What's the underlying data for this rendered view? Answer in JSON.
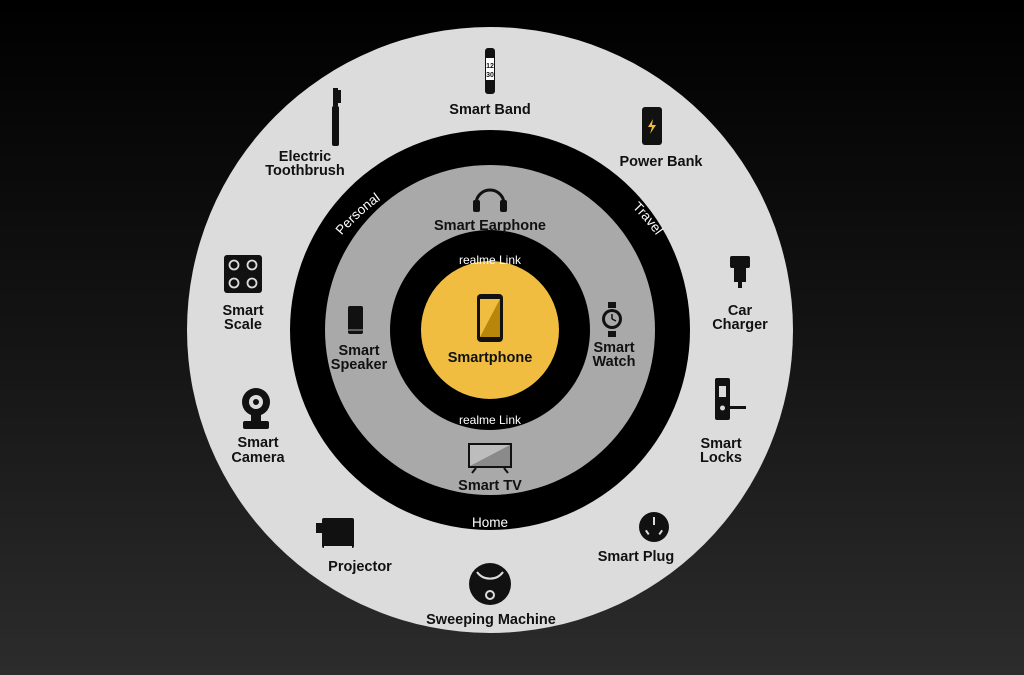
{
  "center": {
    "label": "Smartphone"
  },
  "links": {
    "top": "realme Link",
    "bottom": "realme Link"
  },
  "categories": {
    "personal": "Personal",
    "travel": "Travel",
    "home": "Home"
  },
  "inner_devices": {
    "earphone": {
      "label": "Smart Earphone",
      "icon": "headphones-icon"
    },
    "speaker": {
      "line1": "Smart",
      "line2": "Speaker",
      "icon": "speaker-icon"
    },
    "watch": {
      "line1": "Smart",
      "line2": "Watch",
      "icon": "watch-icon"
    },
    "tv": {
      "label": "Smart TV",
      "icon": "tv-icon"
    }
  },
  "outer_devices": {
    "band": {
      "label": "Smart Band",
      "icon": "band-icon",
      "screen_top": "12",
      "screen_bottom": "30"
    },
    "power_bank": {
      "label": "Power Bank",
      "icon": "power-bank-icon"
    },
    "toothbrush": {
      "line1": "Electric",
      "line2": "Toothbrush",
      "icon": "toothbrush-icon"
    },
    "scale": {
      "line1": "Smart",
      "line2": "Scale",
      "icon": "scale-icon"
    },
    "car_charger": {
      "line1": "Car",
      "line2": "Charger",
      "icon": "car-charger-icon"
    },
    "camera": {
      "line1": "Smart",
      "line2": "Camera",
      "icon": "camera-icon"
    },
    "locks": {
      "line1": "Smart",
      "line2": "Locks",
      "icon": "lock-icon"
    },
    "projector": {
      "label": "Projector",
      "icon": "projector-icon"
    },
    "plug": {
      "label": "Smart Plug",
      "icon": "plug-icon"
    },
    "sweeper": {
      "label": "Sweeping Machine",
      "icon": "robot-vacuum-icon"
    }
  },
  "colors": {
    "outer_ring": "#dcdcdc",
    "black_ring": "#000000",
    "gray_ring": "#a9a9a9",
    "center": "#f0bd40"
  }
}
